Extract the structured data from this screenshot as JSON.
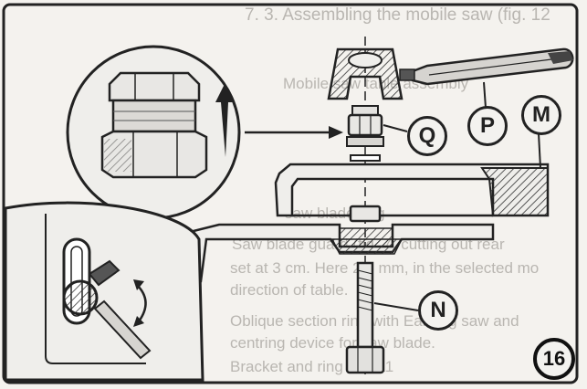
{
  "background_text": [
    "7. 3. Assembling the mobile saw (fig. 12",
    "Mobile saw table assembly",
    "saw blade ring",
    "Saw blade guard (fig. 7) cutting out rear",
    "set at 3 cm. Here 2.5 mm, in the selected mo",
    "direction of table.",
    "Oblique section ring with Earning saw and",
    "centring device for saw blade.",
    "Bracket and ring 4 to 11"
  ],
  "labels": {
    "q": "Q",
    "p": "P",
    "m": "M",
    "n": "N"
  },
  "figure_number": "16",
  "colors": {
    "ink": "#222222",
    "paper": "#ecebe8",
    "ghost_text": "#b9b6b1"
  }
}
